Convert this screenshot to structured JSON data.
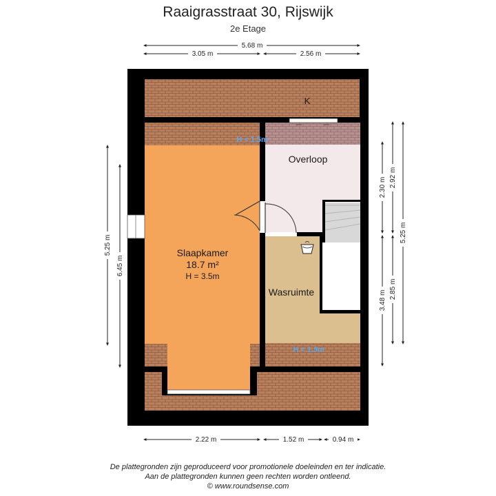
{
  "header": {
    "title": "Raaigrasstraat 30, Rijswijk",
    "floor": "2e Etage"
  },
  "dimensions": {
    "top_total": "5.68 m",
    "top_left": "3.05 m",
    "top_right": "2.56 m",
    "left_outer": "6.45 m",
    "left_inner": "5.25 m",
    "right_upper_inner": "2.30 m",
    "right_upper_outer": "2.92 m",
    "right_lower_inner": "3.48 m",
    "right_lower_outer": "2.85 m",
    "right_total": "5.25 m",
    "bottom_left": "2.22 m",
    "bottom_mid": "1.52 m",
    "bottom_right": "0.94 m"
  },
  "rooms": {
    "attic_k": "K",
    "overloop": "Overloop",
    "slaapkamer_name": "Slaapkamer",
    "slaapkamer_area": "18.7 m²",
    "slaapkamer_height": "H = 3.5m",
    "wasruimte": "Wasruimte",
    "height_note_top": "H < 1.5m",
    "height_note_bottom": "H < 1.5m"
  },
  "footer": {
    "line1": "De plattegronden zijn geproduceerd voor promotionele doeleinden en ter indicatie.",
    "line2": "Aan de plattegronden kunnen geen rechten worden ontleend.",
    "line3": "© www.roundsense.com"
  },
  "colors": {
    "roof": "#b9805e",
    "bedroom": "#f5a55a",
    "landing": "#f3e8ea",
    "laundry": "#dcbf8f",
    "wall": "#000000",
    "height_note": "#5aa7ee"
  }
}
